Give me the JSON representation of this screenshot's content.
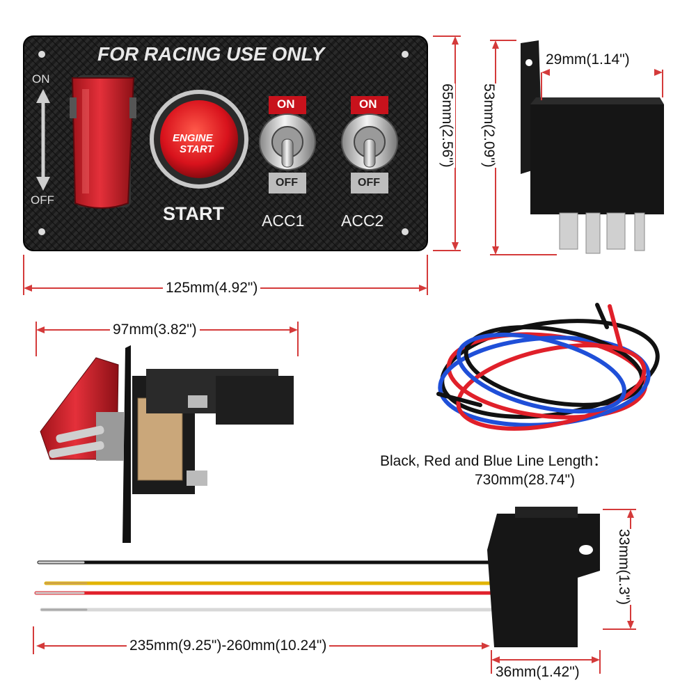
{
  "panel": {
    "header": "FOR RACING USE ONLY",
    "on_label": "ON",
    "off_label": "OFF",
    "button_text_1": "ENGINE",
    "button_text_2": "START",
    "start_label": "START",
    "acc1_label": "ACC1",
    "acc2_label": "ACC2",
    "toggle_on": "ON",
    "toggle_off": "OFF"
  },
  "dimensions": {
    "panel_height": "65mm(2.56\")",
    "panel_width": "125mm(4.92\")",
    "relay_width": "29mm(1.14\")",
    "relay_height": "53mm(2.09\")",
    "side_depth": "97mm(3.82\")",
    "wire_length_caption_1": "Black, Red and Blue Line Length：",
    "wire_length_caption_2": "730mm(28.74\")",
    "socket_height": "33mm(1.3\")",
    "socket_width": "36mm(1.42\")",
    "lead_length": "235mm(9.25\")-260mm(10.24\")"
  },
  "colors": {
    "dimension_line": "#d43a3a",
    "panel": "#1a1a1a",
    "accent_red": "#d8121c",
    "wire_black": "#111111",
    "wire_red": "#e0202a",
    "wire_blue": "#1f4fd8",
    "wire_yellow": "#e2b400",
    "wire_white": "#e8e8e8"
  }
}
